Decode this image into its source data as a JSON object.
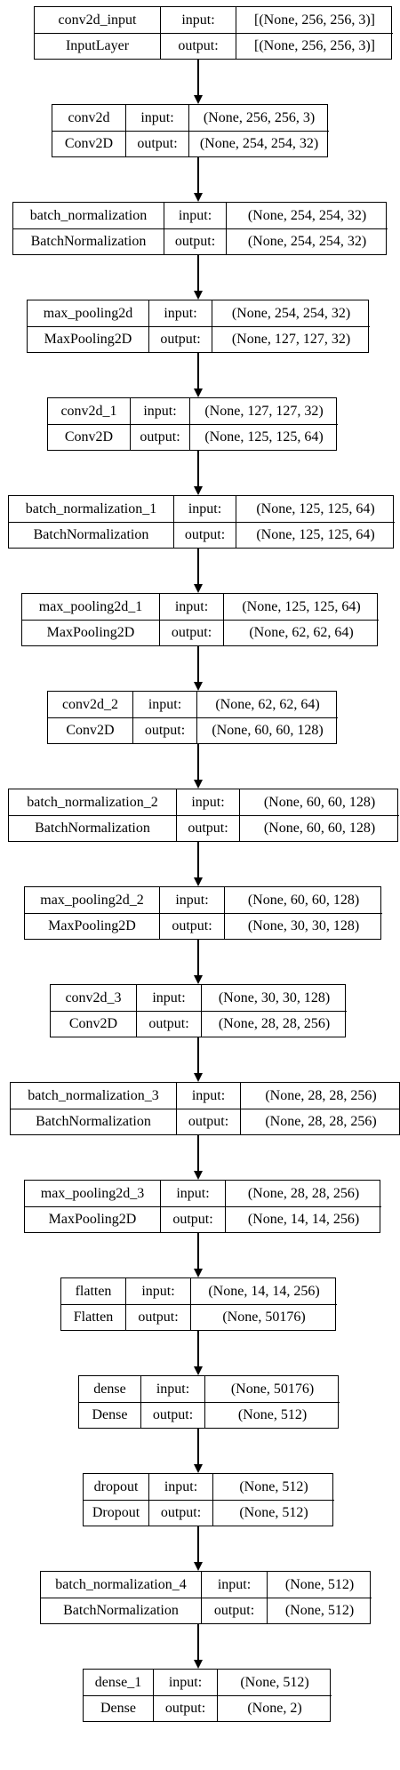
{
  "diagram": {
    "labels": {
      "input": "input:",
      "output": "output:"
    },
    "layers": [
      {
        "name": "conv2d_input",
        "type": "InputLayer",
        "input": "[(None, 256, 256, 3)]",
        "output": "[(None, 256, 256, 3)]"
      },
      {
        "name": "conv2d",
        "type": "Conv2D",
        "input": "(None, 256, 256, 3)",
        "output": "(None, 254, 254, 32)"
      },
      {
        "name": "batch_normalization",
        "type": "BatchNormalization",
        "input": "(None, 254, 254, 32)",
        "output": "(None, 254, 254, 32)"
      },
      {
        "name": "max_pooling2d",
        "type": "MaxPooling2D",
        "input": "(None, 254, 254, 32)",
        "output": "(None, 127, 127, 32)"
      },
      {
        "name": "conv2d_1",
        "type": "Conv2D",
        "input": "(None, 127, 127, 32)",
        "output": "(None, 125, 125, 64)"
      },
      {
        "name": "batch_normalization_1",
        "type": "BatchNormalization",
        "input": "(None, 125, 125, 64)",
        "output": "(None, 125, 125, 64)"
      },
      {
        "name": "max_pooling2d_1",
        "type": "MaxPooling2D",
        "input": "(None, 125, 125, 64)",
        "output": "(None, 62, 62, 64)"
      },
      {
        "name": "conv2d_2",
        "type": "Conv2D",
        "input": "(None, 62, 62, 64)",
        "output": "(None, 60, 60, 128)"
      },
      {
        "name": "batch_normalization_2",
        "type": "BatchNormalization",
        "input": "(None, 60, 60, 128)",
        "output": "(None, 60, 60, 128)"
      },
      {
        "name": "max_pooling2d_2",
        "type": "MaxPooling2D",
        "input": "(None, 60, 60, 128)",
        "output": "(None, 30, 30, 128)"
      },
      {
        "name": "conv2d_3",
        "type": "Conv2D",
        "input": "(None, 30, 30, 128)",
        "output": "(None, 28, 28, 256)"
      },
      {
        "name": "batch_normalization_3",
        "type": "BatchNormalization",
        "input": "(None, 28, 28, 256)",
        "output": "(None, 28, 28, 256)"
      },
      {
        "name": "max_pooling2d_3",
        "type": "MaxPooling2D",
        "input": "(None, 28, 28, 256)",
        "output": "(None, 14, 14, 256)"
      },
      {
        "name": "flatten",
        "type": "Flatten",
        "input": "(None, 14, 14, 256)",
        "output": "(None, 50176)"
      },
      {
        "name": "dense",
        "type": "Dense",
        "input": "(None, 50176)",
        "output": "(None, 512)"
      },
      {
        "name": "dropout",
        "type": "Dropout",
        "input": "(None, 512)",
        "output": "(None, 512)"
      },
      {
        "name": "batch_normalization_4",
        "type": "BatchNormalization",
        "input": "(None, 512)",
        "output": "(None, 512)"
      },
      {
        "name": "dense_1",
        "type": "Dense",
        "input": "(None, 512)",
        "output": "(None, 2)"
      }
    ]
  }
}
